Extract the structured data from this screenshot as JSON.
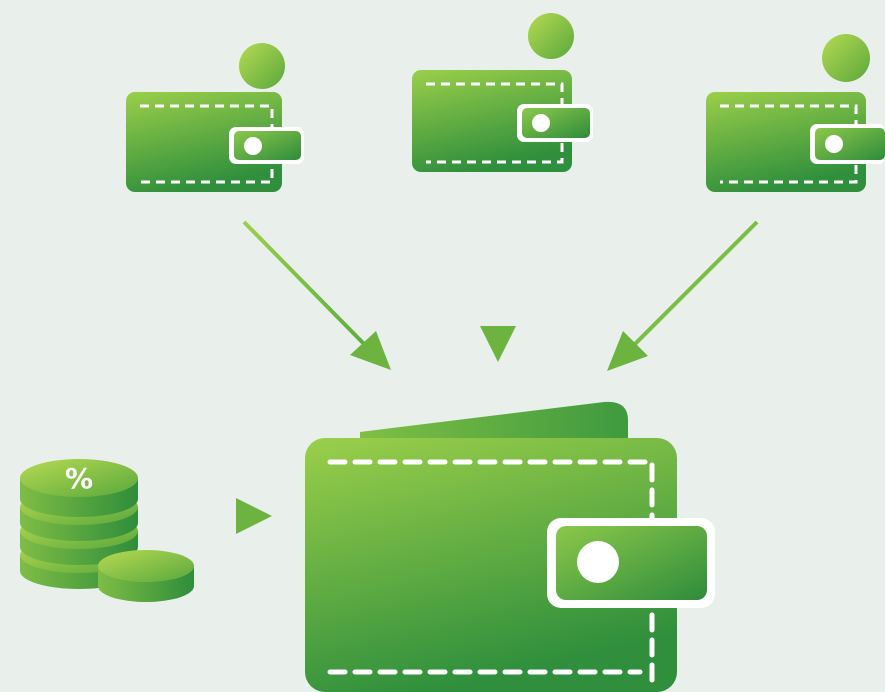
{
  "diagram": {
    "background_color": "#e9efeb",
    "palette": {
      "green_light": "#a6d24a",
      "green_mid": "#6cb33f",
      "green_dark": "#2f8e3c",
      "stitch": "#ffffff"
    },
    "source_wallets": [
      {
        "icon": "wallet-with-coin-icon"
      },
      {
        "icon": "wallet-with-coin-icon"
      },
      {
        "icon": "wallet-with-coin-icon"
      }
    ],
    "target_wallet": {
      "icon": "large-wallet-icon"
    },
    "coin_stack": {
      "icon": "coin-stack-percent-icon",
      "symbol": "%"
    },
    "arrows": [
      {
        "from": "source-wallet-1",
        "to": "target-wallet"
      },
      {
        "from": "source-wallet-2",
        "to": "target-wallet"
      },
      {
        "from": "source-wallet-3",
        "to": "target-wallet"
      },
      {
        "from": "coin-stack",
        "to": "target-wallet"
      }
    ]
  }
}
